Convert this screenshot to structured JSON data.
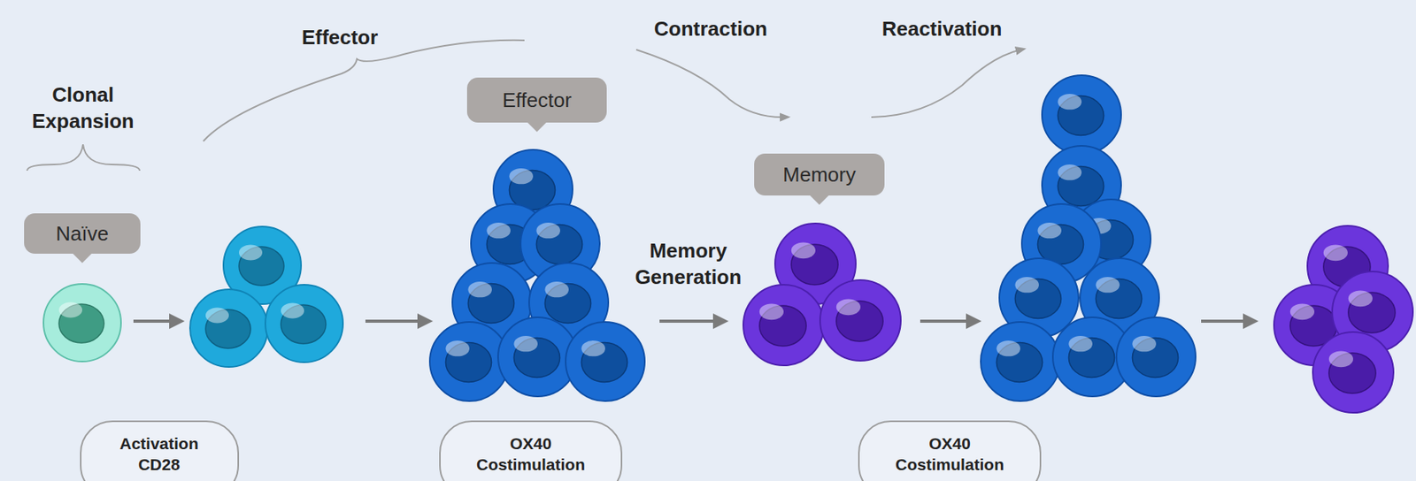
{
  "diagram": {
    "nodes": [
      {
        "text": [
          "Naïve"
        ]
      },
      {
        "text": [
          "Activation CD28"
        ]
      },
      {
        "text": [
          "Effector"
        ]
      },
      {
        "text": [
          "OX40 Costimulation"
        ]
      },
      {
        "text": [
          "Memory"
        ]
      },
      {
        "text": [
          "OX40 Costimulation"
        ]
      }
    ],
    "labels": [
      "Clonal Expansion",
      "Effector",
      "Contraction",
      "Reactivation",
      "Memory Generation"
    ]
  }
}
